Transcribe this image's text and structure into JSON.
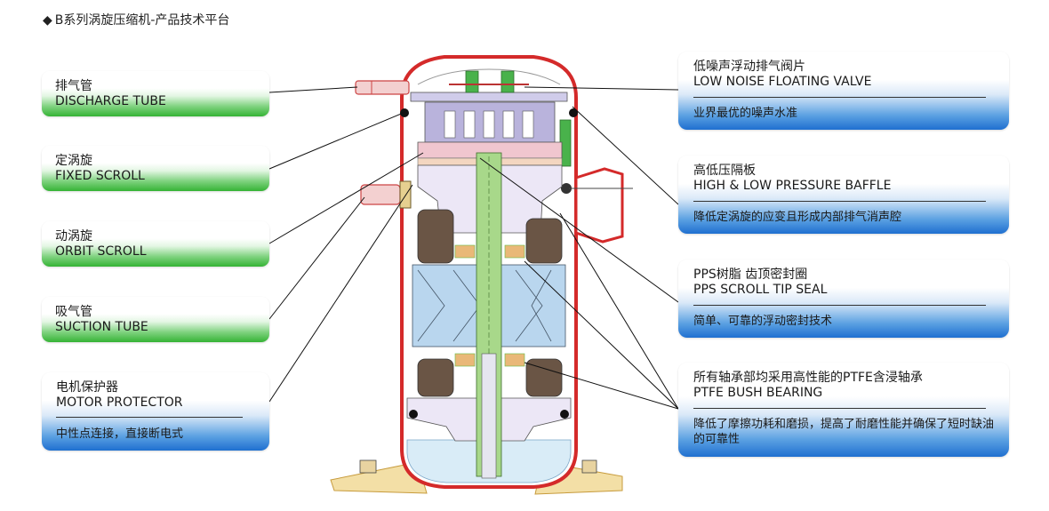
{
  "title": "B系列涡旋压缩机-产品技术平台",
  "title_bullet": "◆",
  "left_callouts": [
    {
      "cn": "排气管",
      "en": "DISCHARGE TUBE"
    },
    {
      "cn": "定涡旋",
      "en": "FIXED SCROLL"
    },
    {
      "cn": "动涡旋",
      "en": "ORBIT SCROLL"
    },
    {
      "cn": "吸气管",
      "en": "SUCTION TUBE"
    },
    {
      "cn": "电机保护器",
      "en": "MOTOR PROTECTOR",
      "desc": "中性点连接，直接断电式"
    }
  ],
  "right_callouts": [
    {
      "cn": "低噪声浮动排气阀片",
      "en": "LOW NOISE FLOATING VALVE",
      "desc": "业界最优的噪声水准"
    },
    {
      "cn": "高低压隔板",
      "en": "HIGH & LOW PRESSURE BAFFLE",
      "desc": "降低定涡旋的应变且形成内部排气消声腔"
    },
    {
      "cn": "PPS树脂 齿顶密封圈",
      "en": "PPS SCROLL TIP SEAL",
      "desc": "简单、可靠的浮动密封技术"
    },
    {
      "cn": "所有轴承部均采用高性能的PTFE含浸轴承",
      "en": "PTFE BUSH BEARING",
      "desc": "降低了摩擦功耗和磨损，提高了耐磨性能并确保了短时缺油的可靠性"
    }
  ],
  "colors": {
    "shell": "#d42a2a",
    "left_box": "#35b335",
    "right_box": "#1f6fd0",
    "scroll": "#b9b3dc",
    "shaft": "#a8d88a",
    "winding": "#b9d6ee",
    "oil": "#d9ecf7"
  }
}
